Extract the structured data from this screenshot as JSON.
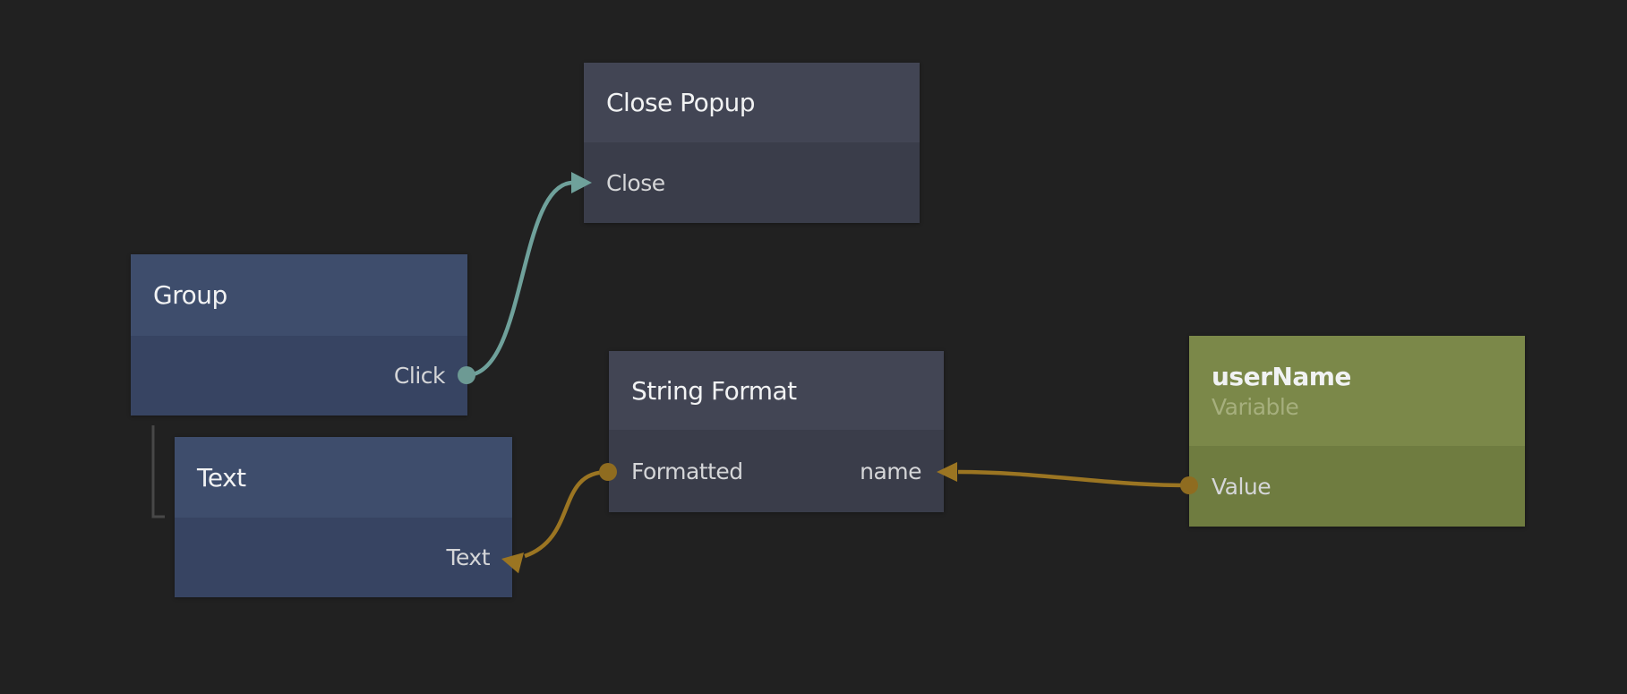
{
  "editor": {
    "type": "node-graph-canvas"
  },
  "nodes": [
    {
      "id": "close-popup",
      "title": "Close Popup",
      "ports": [
        {
          "label": "Close",
          "kind": "signal-input"
        }
      ]
    },
    {
      "id": "group",
      "title": "Group",
      "ports": [
        {
          "label": "Click",
          "kind": "signal-output"
        }
      ]
    },
    {
      "id": "text",
      "title": "Text",
      "ports": [
        {
          "label": "Text",
          "kind": "data-input"
        }
      ]
    },
    {
      "id": "string-format",
      "title": "String Format",
      "ports": [
        {
          "label": "Formatted",
          "kind": "data-output"
        },
        {
          "label": "name",
          "kind": "data-input"
        }
      ]
    },
    {
      "id": "username",
      "title": "userName",
      "subtitle": "Variable",
      "ports": [
        {
          "label": "Value",
          "kind": "data-output"
        }
      ]
    }
  ],
  "connections": [
    {
      "from": "Group.Click",
      "to": "Close Popup.Close",
      "type": "signal",
      "color": "#6fa19b"
    },
    {
      "from": "String Format.Formatted",
      "to": "Text.Text",
      "type": "data",
      "color": "#9b7522"
    },
    {
      "from": "userName.Value",
      "to": "String Format.name",
      "type": "data",
      "color": "#9b7522"
    }
  ],
  "hierarchy": [
    {
      "parent": "Group",
      "child": "Text"
    }
  ],
  "colors": {
    "background": "#212121",
    "visual_node_header": "#3e4d6c",
    "visual_node_body": "#374462",
    "logic_node_header": "#424554",
    "logic_node_body": "#3a3d4a",
    "variable_node_header": "#7b8849",
    "variable_node_body": "#6f7c40",
    "signal_connection": "#6fa19b",
    "data_connection": "#9b7522",
    "hierarchy_line": "#484848",
    "title_text": "#f1f2f3",
    "port_text": "#d5d6d8",
    "subtitle_text": "#a6af7d"
  }
}
